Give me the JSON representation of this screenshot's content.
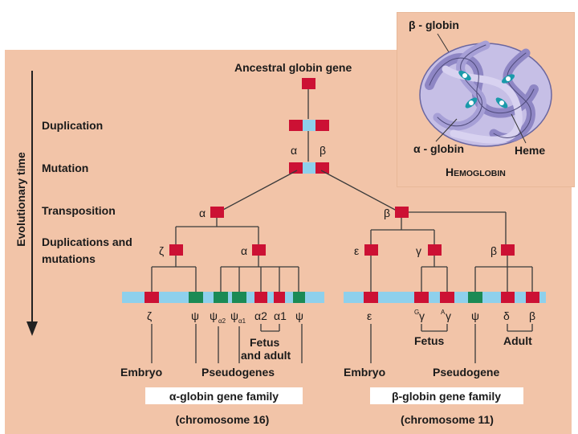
{
  "axis": {
    "label": "Evolutionary time"
  },
  "stages": {
    "ancestral": "Ancestral globin gene",
    "duplication": "Duplication",
    "mutation": "Mutation",
    "transposition": "Transposition",
    "dup_mut_1": "Duplications and",
    "dup_mut_2": "mutations"
  },
  "symbols": {
    "alpha": "α",
    "beta": "β",
    "zeta": "ζ",
    "epsilon": "ε",
    "gamma": "γ",
    "delta": "δ",
    "psi": "ψ",
    "sub_a2": "α2",
    "sub_a1": "α1",
    "sup_g": "G",
    "sup_a": "A"
  },
  "alpha_family": {
    "embryo": "Embryo",
    "pseudogenes": "Pseudogenes",
    "fetus_adult_1": "Fetus",
    "fetus_adult_2": "and adult",
    "family_label": "α-globin gene family",
    "chromosome": "(chromosome 16)"
  },
  "beta_family": {
    "embryo": "Embryo",
    "fetus": "Fetus",
    "adult": "Adult",
    "pseudogene": "Pseudogene",
    "family_label": "β-globin gene family",
    "chromosome": "(chromosome 11)"
  },
  "inset": {
    "beta_globin": "β - globin",
    "alpha_globin": "α - globin",
    "heme": "Heme",
    "title_initial": "H",
    "title_rest": "EMOGLOBIN"
  },
  "colors": {
    "panel_bg": "#f2c4a8",
    "gene_red": "#cc1134",
    "gene_blue": "#8ed0ec",
    "gene_green": "#1a8a55",
    "chromosome_bar": "#8ed0ec",
    "ribbon": "#b0a8d8",
    "heme": "#1a9aaa"
  }
}
